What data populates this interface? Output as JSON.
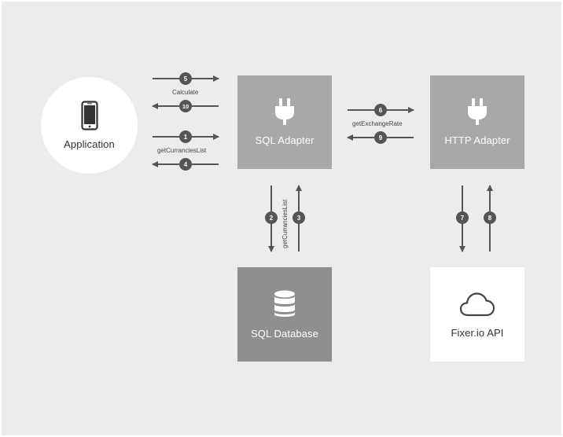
{
  "colors": {
    "background": "#ececec",
    "adapter": "#a8a8a8",
    "database": "#8f8f8f",
    "arrow": "#555555",
    "badge": "#555555"
  },
  "nodes": {
    "application": {
      "label": "Application",
      "icon": "phone-icon"
    },
    "sql_adapter": {
      "label": "SQL Adapter",
      "icon": "plug-icon"
    },
    "http_adapter": {
      "label": "HTTP Adapter",
      "icon": "plug-icon"
    },
    "sql_database": {
      "label": "SQL Database",
      "icon": "database-icon"
    },
    "fixer_api": {
      "label": "Fixer.io API",
      "icon": "cloud-icon"
    }
  },
  "flows": {
    "calculate_label": "Calculate",
    "get_currencies_label": "getCurranciesList",
    "get_exchange_rate_label": "getExchangeRate",
    "db_query_label": "getCurranciesList"
  },
  "steps": {
    "s1": "1",
    "s2": "2",
    "s3": "3",
    "s4": "4",
    "s5": "5",
    "s6": "6",
    "s7": "7",
    "s8": "8",
    "s9": "9",
    "s10": "10"
  }
}
